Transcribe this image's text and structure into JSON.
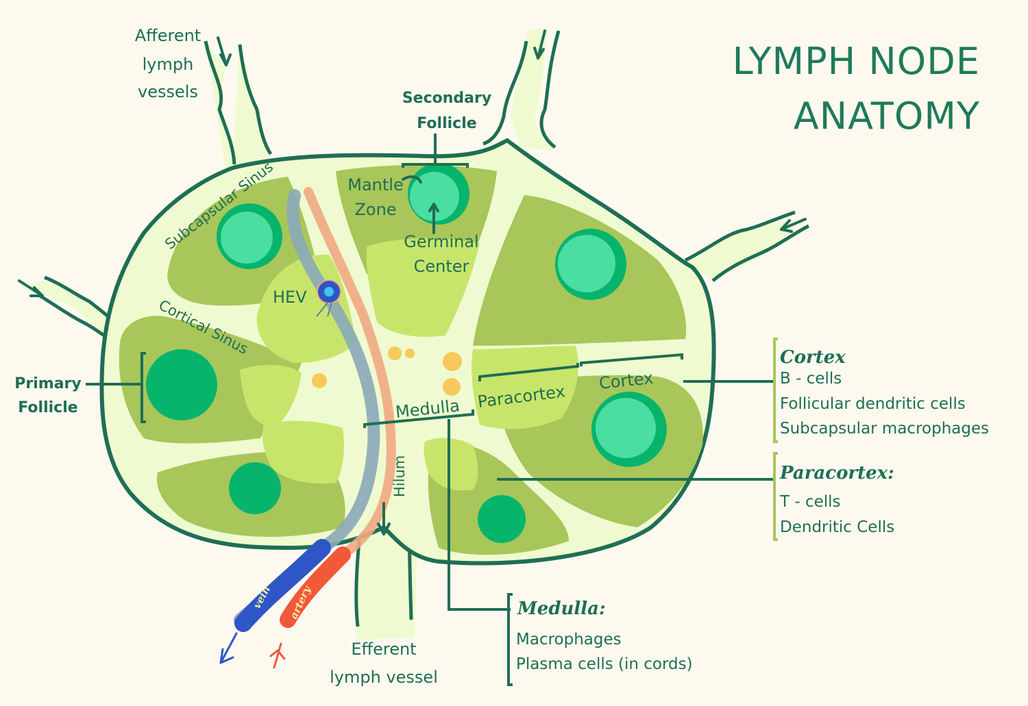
{
  "title": {
    "line1": "LYMPH NODE",
    "line2": "ANATOMY"
  },
  "colors": {
    "background": "#fdf9ef",
    "outline": "#1f6e55",
    "sinus": "#effad0",
    "cortex": "#a8c65a",
    "paracortex": "#c8e56b",
    "follicle_primary": "#06b46c",
    "germinal_center": "#4bdea3",
    "mantle_zone": "#06b46c",
    "medulla_spots": "#f7c95a",
    "vein": "#2f56c6",
    "artery": "#f2583a",
    "vein_faded": "#8aa8b8",
    "artery_faded": "#f0a882",
    "text": "#1f6e55",
    "bracket_light": "#a8c65a"
  },
  "labels": {
    "afferent": [
      "Afferent",
      "lymph",
      "vessels"
    ],
    "secondary_follicle": [
      "Secondary",
      "Follicle"
    ],
    "mantle_zone": [
      "Mantle",
      "Zone"
    ],
    "germinal_center": [
      "Germinal",
      "Center"
    ],
    "subcapsular_sinus": "Subcapsular Sinus",
    "cortical_sinus": "Cortical Sinus",
    "hev": "HEV",
    "primary_follicle": [
      "Primary",
      "Follicle"
    ],
    "medulla": "Medulla",
    "paracortex": "Paracortex",
    "cortex": "Cortex",
    "hilum": "Hilum",
    "vein": "vein",
    "artery": "artery",
    "efferent": [
      "Efferent",
      "lymph vessel"
    ]
  },
  "legend": {
    "cortex": {
      "heading": "Cortex",
      "items": [
        "B - cells",
        "Follicular dendritic cells",
        "Subcapsular macrophages"
      ]
    },
    "paracortex": {
      "heading": "Paracortex:",
      "items": [
        "T - cells",
        "Dendritic Cells"
      ]
    },
    "medulla": {
      "heading": "Medulla:",
      "items": [
        "Macrophages",
        "Plasma cells (in cords)"
      ]
    }
  }
}
